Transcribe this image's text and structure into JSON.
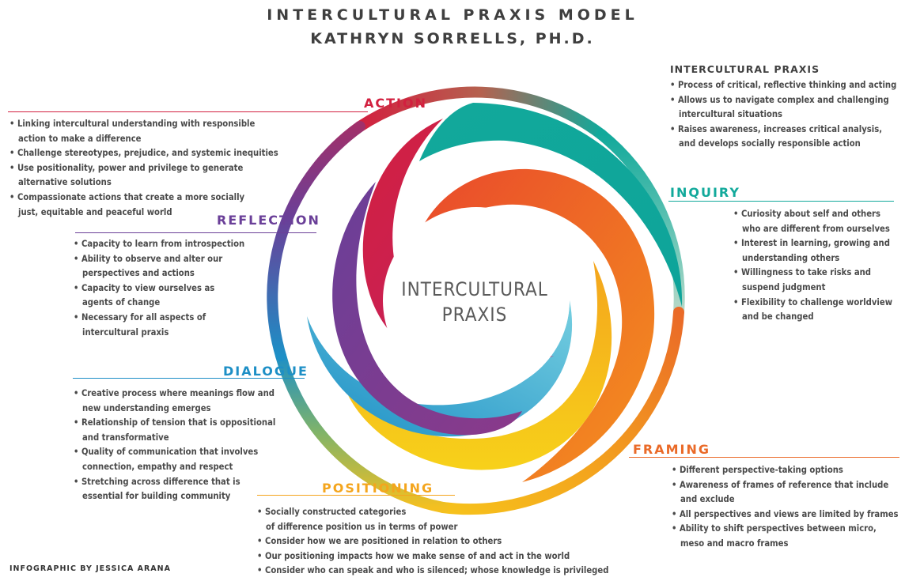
{
  "title_line1": "INTERCULTURAL PRAXIS MODEL",
  "title_line2": "KATHRYN SORRELLS, PH.D.",
  "center_label_line1": "INTERCULTURAL",
  "center_label_line2": "PRAXIS",
  "credit": "INFOGRAPHIC BY JESSICA ARANA",
  "colors": {
    "action": "#d2203f",
    "inquiry": "#12a99b",
    "framing": "#ea6a28",
    "positioning": "#f4a51d",
    "dialogue": "#1d8fc6",
    "reflection": "#6a3f98"
  },
  "intercultural_praxis": {
    "heading": "INTERCULTURAL PRAXIS",
    "bullets": [
      "Process of critical, reflective thinking and acting",
      "Allows us to navigate complex and challenging",
      "Raises awareness, increases critical analysis,"
    ],
    "continuations": [
      "intercultural situations",
      "and develops socially responsible action"
    ]
  },
  "action": {
    "heading": "ACTION",
    "bullets": [
      "Linking intercultural understanding with responsible",
      "Challenge stereotypes, prejudice, and systemic inequities",
      "Use positionality, power and privilege to generate",
      "Compassionate actions that create a more socially"
    ],
    "continuations": [
      "action to make a difference",
      "alternative solutions",
      "just, equitable and peaceful world"
    ]
  },
  "reflection": {
    "heading": "REFLECTION",
    "bullets": [
      "Capacity to learn from introspection",
      "Ability to observe and alter our",
      "Capacity to view ourselves as",
      "Necessary for all aspects of"
    ],
    "continuations": [
      "perspectives and actions",
      "agents of change",
      "intercultural praxis"
    ]
  },
  "inquiry": {
    "heading": "INQUIRY",
    "bullets": [
      "Curiosity about self and others",
      "Interest in learning, growing and",
      "Willingness to take risks and",
      "Flexibility to challenge worldview"
    ],
    "continuations": [
      "who are different from ourselves",
      "understanding others",
      "suspend judgment",
      "and be changed"
    ]
  },
  "dialogue": {
    "heading": "DIALOGUE",
    "bullets": [
      "Creative process where meanings flow and",
      "Relationship of tension that is oppositional",
      "Quality of communication that involves",
      "Stretching across difference that is"
    ],
    "continuations": [
      "new understanding emerges",
      "and transformative",
      "connection, empathy and respect",
      "essential for building community"
    ]
  },
  "framing": {
    "heading": "FRAMING",
    "bullets": [
      "Different perspective-taking options",
      "Awareness of frames of reference that include",
      "All perspectives and views are limited by frames",
      "Ability to shift perspectives between micro,"
    ],
    "continuations": [
      "and exclude",
      "meso and macro frames"
    ]
  },
  "positioning": {
    "heading": "POSITIONING",
    "bullets": [
      "Socially constructed categories",
      "Consider how we are positioned in relation to others",
      "Our positioning impacts how we make sense of and act in the world",
      "Consider who can speak and who is silenced; whose knowledge is privileged"
    ],
    "continuations": [
      "of difference position us in terms of power"
    ]
  }
}
